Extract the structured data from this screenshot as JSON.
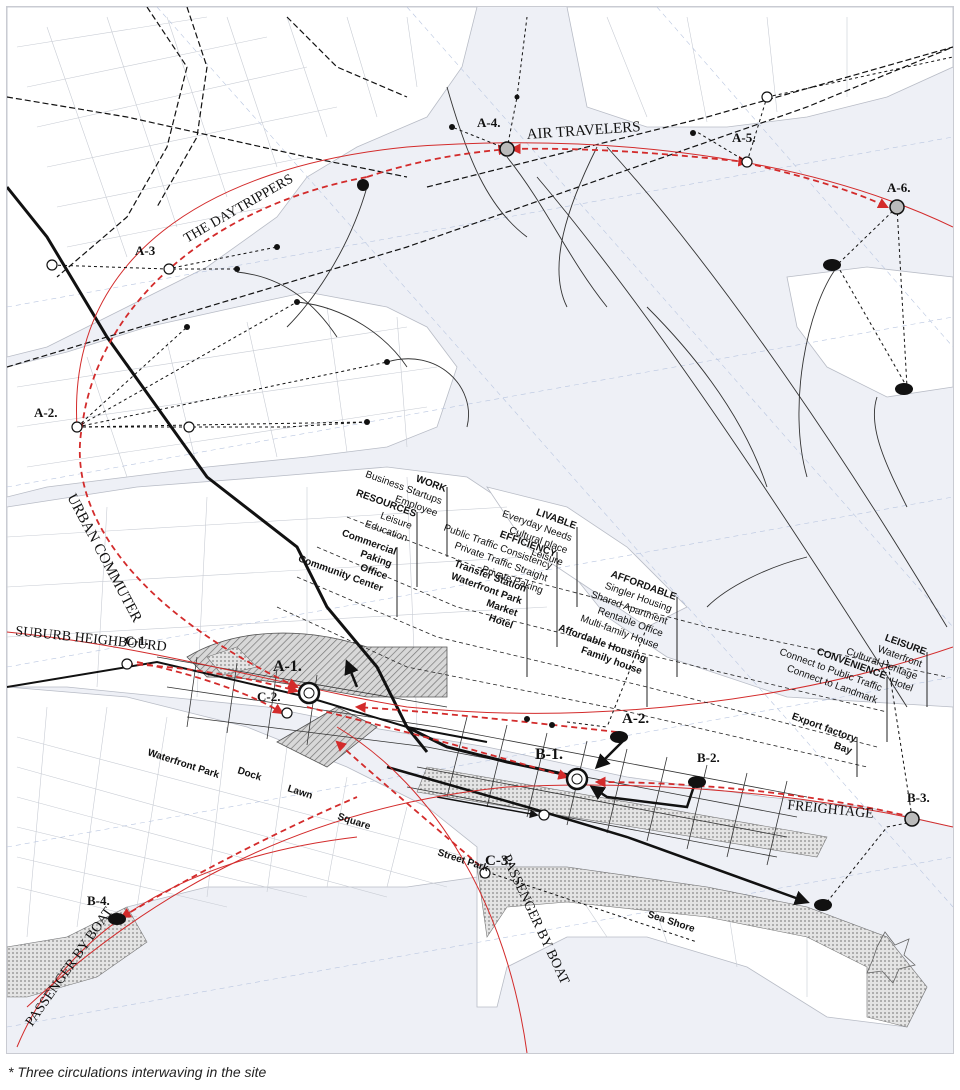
{
  "caption": "* Three circulations interwaving in the site",
  "circulations": {
    "air_travelers": "AIR TRAVELERS",
    "daytrippers": "THE DAYTRIPPERS",
    "urban_commuter": "URBAN COMMUTER",
    "suburb": "SUBURB HEIGHBOURD",
    "freightage": "FREIGHTAGE",
    "passenger_boat_left": "PASSENGER BY BOAT",
    "passenger_boat_right": "PASSENGER BY BOAT"
  },
  "nodes": {
    "a1": "A-1.",
    "a2_left": "A-2.",
    "a2_right": "A-2.",
    "a3": "A-3",
    "a4": "A-4.",
    "a5": "A-5.",
    "a6": "A-6.",
    "b1": "B-1.",
    "b2": "B-2.",
    "b3": "B-3.",
    "b4": "B-4.",
    "c1": "C-1.",
    "c2": "C-2.",
    "c3": "C-3."
  },
  "programs": {
    "work": {
      "title": "WORK",
      "items": [
        "Business Startups",
        "Employee"
      ]
    },
    "resources": {
      "title": "RESOURCES",
      "items": [
        "Leisure",
        "Education"
      ]
    },
    "commercial": {
      "items": [
        "Commercial",
        "Paking",
        "Office",
        "Community Center"
      ]
    },
    "livable": {
      "title": "LIVABLE",
      "items": [
        "Everyday Needs",
        "Cultural place",
        "Leisure"
      ]
    },
    "efficiency": {
      "title": "EFFICIENCY",
      "items": [
        "Public Traffic Consistency",
        "Private Traffic Straight",
        "Private Paking"
      ]
    },
    "transfer": {
      "items": [
        "Transfer Station",
        "Waterfront Park",
        "Market",
        "Hotel"
      ]
    },
    "affordable": {
      "title": "AFFORDABLE",
      "items": [
        "Singler Housing",
        "Shared Apartment",
        "Rentable Office",
        "Multi-family House"
      ]
    },
    "affordable_housing": {
      "items": [
        "Affordable Housing",
        "Family house"
      ]
    },
    "leisure": {
      "title": "LEISURE",
      "items": [
        "Waterfront",
        "Cultural Heritage",
        "Hotel"
      ]
    },
    "convenience": {
      "title": "CONVENIENCE",
      "items": [
        "Connect to Public Traffic",
        "Connect to Landmark"
      ]
    },
    "export": {
      "items": [
        "Export factory",
        "Bay"
      ]
    }
  },
  "site_labels": {
    "waterfront_park": "Waterfront Park",
    "dock": "Dock",
    "lawn": "Lawn",
    "square": "Square",
    "street_park": "Street Park",
    "sea_shore": "Sea Shore"
  },
  "colors": {
    "circulation": "#d32b2b",
    "line": "#111111",
    "water": "#eef0f6",
    "land": "#ffffff"
  }
}
